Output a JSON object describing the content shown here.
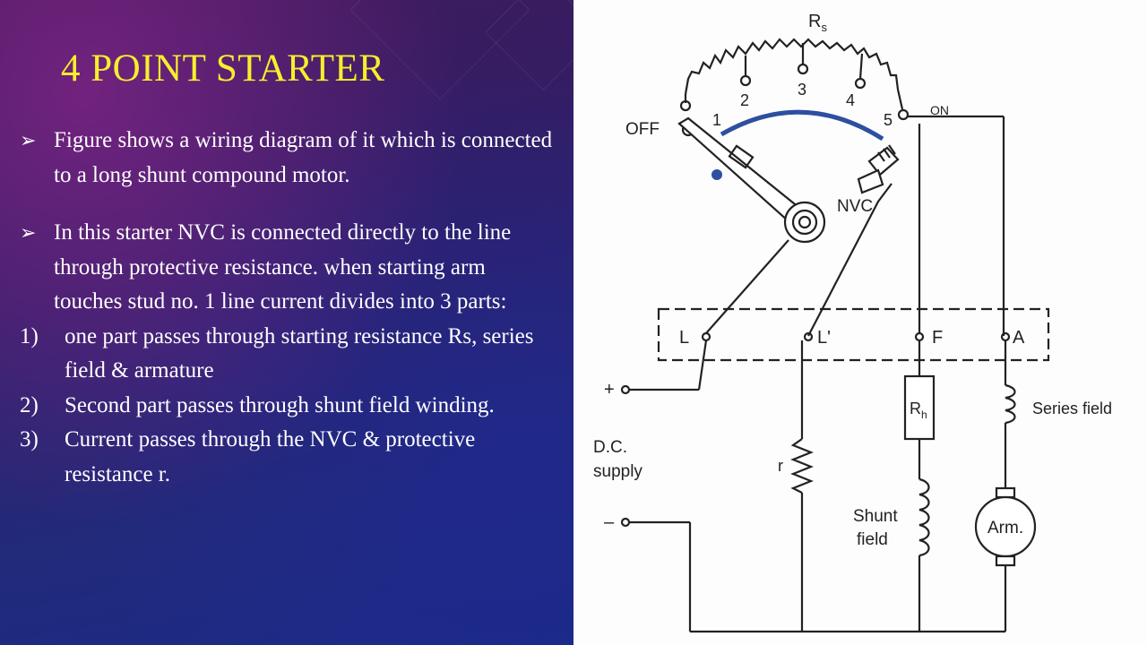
{
  "slide": {
    "title": "4 POINT STARTER",
    "paragraphs": [
      "Figure shows a wiring diagram of it which is connected to a long shunt compound motor.",
      "In this starter NVC is connected directly to the line through protective resistance. when starting arm touches stud no. 1 line current divides into 3 parts:"
    ],
    "list": [
      {
        "num": "1)",
        "text": "one part passes through starting resistance Rs, series field & armature"
      },
      {
        "num": "2)",
        "text": "Second part passes through shunt field winding."
      },
      {
        "num": "3)",
        "text": "Current passes through the NVC & protective resistance r."
      }
    ],
    "bullet_icon": "arrowhead-bullet"
  },
  "diagram": {
    "rs_label": "R",
    "rs_sub": "s",
    "studs": [
      "1",
      "2",
      "3",
      "4",
      "5"
    ],
    "off_label": "OFF",
    "on_label": "ON",
    "nvc_label": "NVC",
    "terminals": [
      "L",
      "L'",
      "F",
      "A"
    ],
    "plus_label": "+",
    "minus_label": "–",
    "supply_label_1": "D.C.",
    "supply_label_2": "supply",
    "r_label": "r",
    "rh_label": "R",
    "rh_sub": "h",
    "series_label": "Series field",
    "shunt_label_1": "Shunt",
    "shunt_label_2": "field",
    "arm_label": "Arm.",
    "colors": {
      "accent_title": "#f7ee2c",
      "arc": "#2d4fa0",
      "ink": "#222222"
    }
  }
}
